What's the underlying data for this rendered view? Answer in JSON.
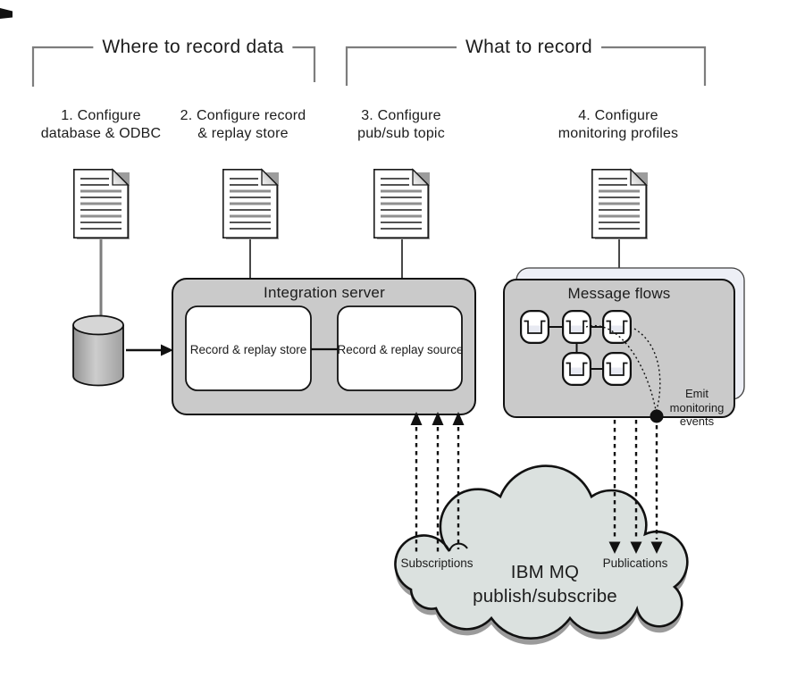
{
  "brackets": [
    {
      "label": "Where to record data"
    },
    {
      "label": "What to record"
    }
  ],
  "steps": [
    {
      "line1": "1. Configure",
      "line2": "database & ODBC"
    },
    {
      "line1": "2. Configure record",
      "line2": "& replay store"
    },
    {
      "line1": "3. Configure",
      "line2": "pub/sub topic"
    },
    {
      "line1": "4. Configure",
      "line2": "monitoring profiles"
    }
  ],
  "integration_server": {
    "title": "Integration server",
    "store_label": "Record & replay store",
    "source_label": "Record & replay source"
  },
  "message_flows": {
    "title": "Message flows"
  },
  "emit_events": {
    "line1": "Emit",
    "line2": "monitoring",
    "line3": "events"
  },
  "cloud": {
    "line1": "IBM MQ",
    "line2": "publish/subscribe"
  },
  "flow_labels": {
    "subscriptions": "Subscriptions",
    "publications": "Publications"
  },
  "icons": {
    "document": "document",
    "database": "database-cylinder",
    "flow_node": "message-flow-node"
  },
  "colors": {
    "box_fill": "#cacaca",
    "back_box_fill": "#edeff6",
    "cloud_fill": "#dbe1df",
    "cloud_shadow": "#9b9b9b",
    "bracket_line": "#7d7d7d"
  }
}
